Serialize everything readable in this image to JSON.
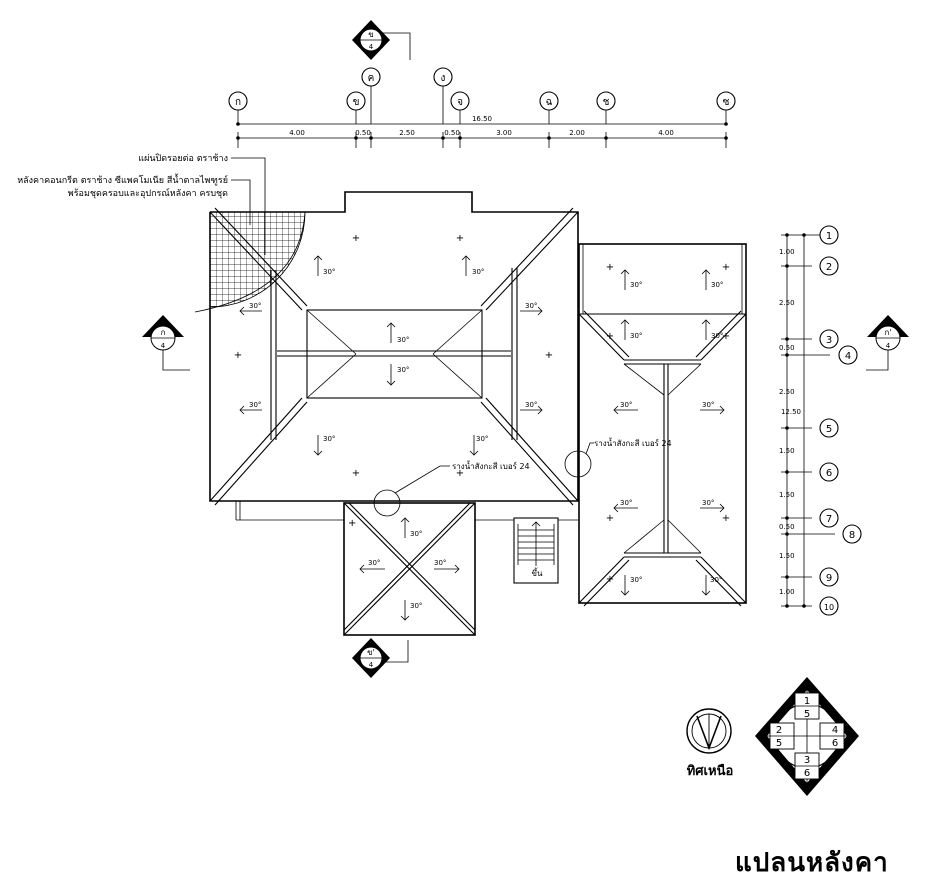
{
  "title": "แปลนหลังคา",
  "grid_top": {
    "labels": [
      "ก",
      "ข",
      "ค",
      "ง",
      "จ",
      "ฉ",
      "ช",
      "ซ"
    ],
    "overall": "16.50",
    "spans": [
      "4.00",
      "0.50",
      "2.50",
      "0.50",
      "3.00",
      "2.00",
      "4.00"
    ]
  },
  "grid_right": {
    "labels": [
      "1",
      "2",
      "3",
      "4",
      "5",
      "6",
      "7",
      "8",
      "9",
      "10"
    ],
    "overall": "12.50",
    "spans": [
      "1.00",
      "2.50",
      "0.50",
      "2.50",
      "1.50",
      "1.50",
      "0.50",
      "1.50",
      "1.00"
    ]
  },
  "notes": {
    "flashing": "แผ่นปิดรอยต่อ ตราช้าง",
    "roof_tile_line1": "หลังคาคอนกรีต ตราช้าง ซีแพคโมเนีย สีน้ำตาลไพฑูรย์",
    "roof_tile_line2": "พร้อมชุดครอบและอุปกรณ์หลังคา ครบชุด",
    "gutter_left": "รางน้ำสังกะสี เบอร์ 24",
    "gutter_right": "รางน้ำสังกะสี เบอร์ 24"
  },
  "slope": "30°",
  "stair_label": "ขึ้น",
  "north_label": "ทิศเหนือ",
  "section_markers": {
    "top": {
      "letter": "ข",
      "sheet": "4"
    },
    "bottom": {
      "letter": "ข'",
      "sheet": "4"
    },
    "left": {
      "letter": "ก",
      "sheet": "4"
    },
    "right": {
      "letter": "ก'",
      "sheet": "4"
    }
  },
  "elevation_key": {
    "top": {
      "a": "1",
      "b": "5"
    },
    "left": {
      "a": "2",
      "b": "5"
    },
    "right": {
      "a": "4",
      "b": "6"
    },
    "bottom": {
      "a": "3",
      "b": "6"
    }
  }
}
